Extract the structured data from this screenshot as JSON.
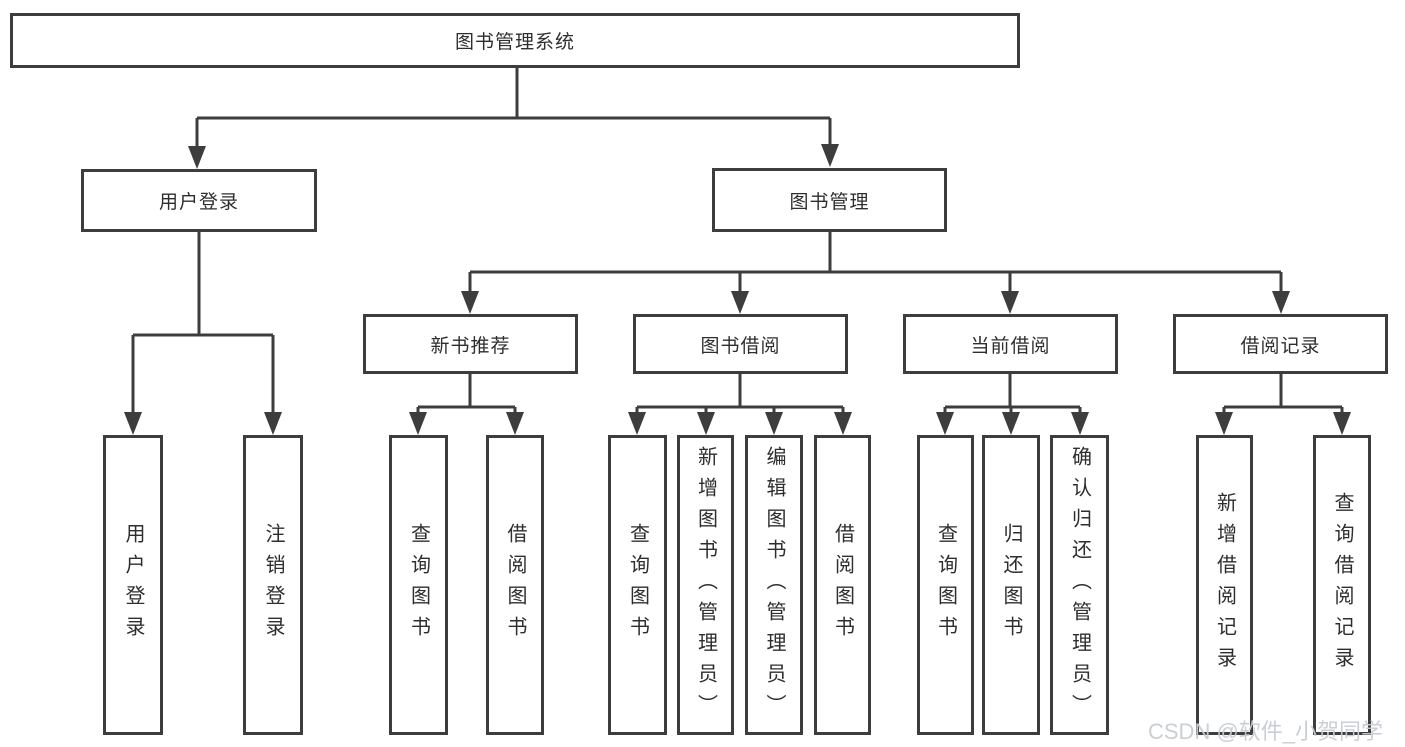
{
  "diagram": {
    "root": {
      "label": "图书管理系统"
    },
    "level2": [
      {
        "label": "用户登录"
      },
      {
        "label": "图书管理"
      }
    ],
    "level3": [
      {
        "label": "新书推荐"
      },
      {
        "label": "图书借阅"
      },
      {
        "label": "当前借阅"
      },
      {
        "label": "借阅记录"
      }
    ],
    "leaves": {
      "user_login": [
        "用户登录",
        "注销登录"
      ],
      "new_book": [
        "查询图书",
        "借阅图书"
      ],
      "borrow": [
        "查询图书",
        "新增图书（管理员）",
        "编辑图书（管理员）",
        "借阅图书"
      ],
      "current": [
        "查询图书",
        "归还图书",
        "确认归还（管理员）"
      ],
      "records": [
        "新增借阅记录",
        "查询借阅记录"
      ]
    }
  },
  "watermark": "CSDN @软件_小贺同学",
  "colors": {
    "line": "#3d3d3d",
    "text": "#2e2e2e",
    "watermark_text": "#c6ccd2"
  }
}
